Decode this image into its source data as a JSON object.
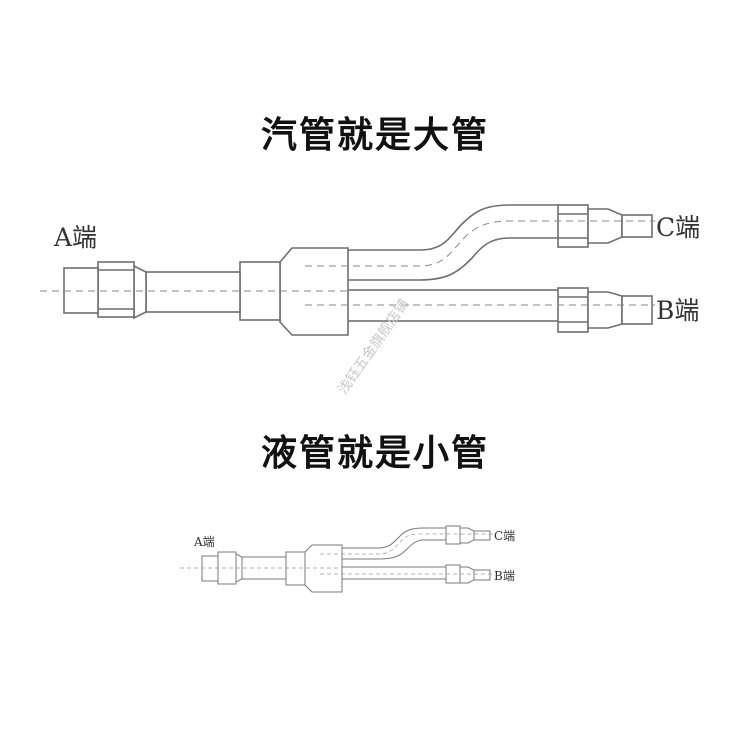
{
  "titles": {
    "gas": "汽管就是大管",
    "liquid": "液管就是小管"
  },
  "labels": {
    "a_end": "A端",
    "b_end": "B端",
    "c_end": "C端"
  },
  "watermark": "浅钰五金旗舰店铺"
}
